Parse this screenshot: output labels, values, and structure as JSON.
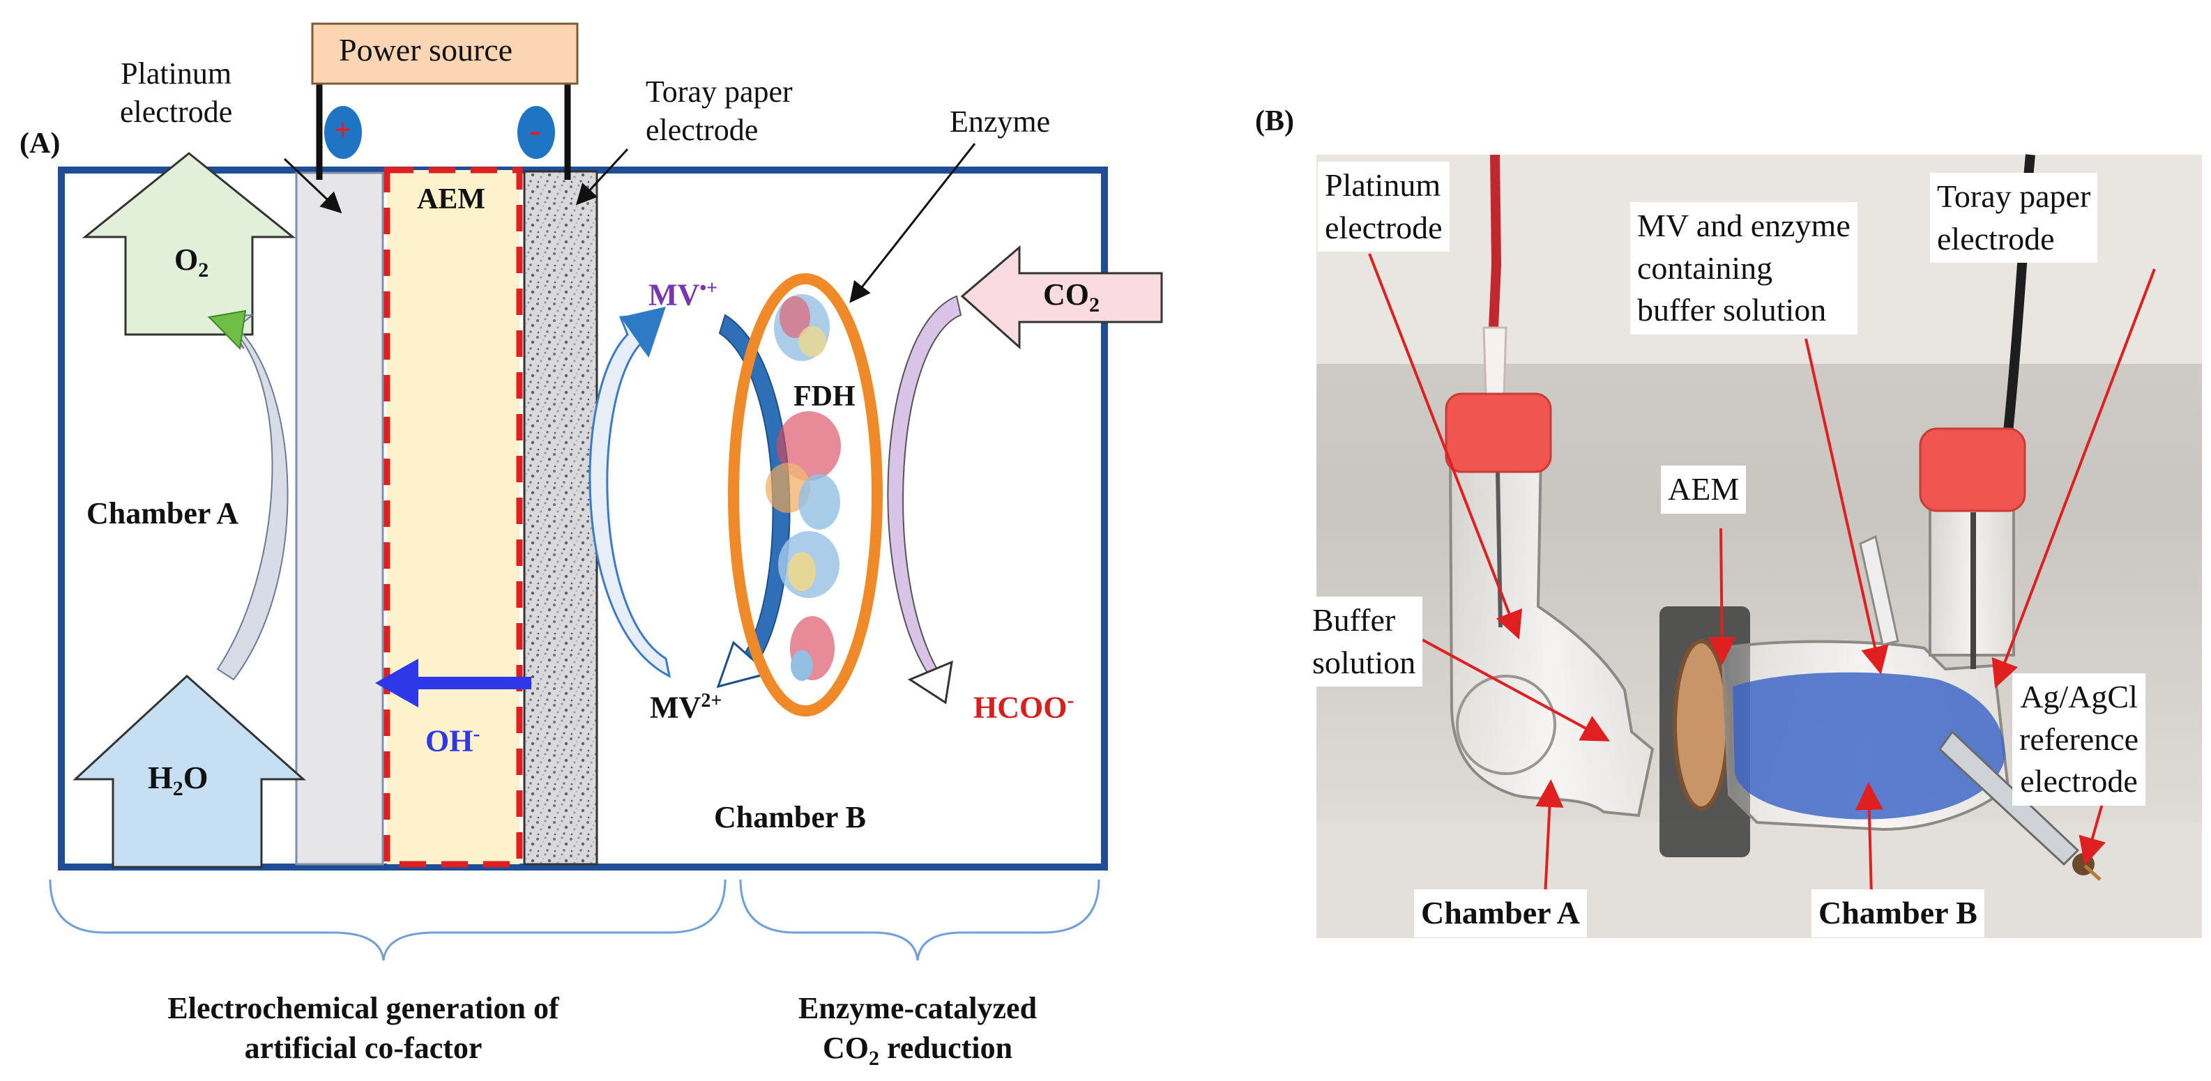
{
  "panel_a": {
    "label": "(A)",
    "power_source": "Power source",
    "platinum_electrode": [
      "Platinum",
      "electrode"
    ],
    "toray_electrode": [
      "Toray paper",
      "electrode"
    ],
    "enzyme_label": "Enzyme",
    "plus_sign": "+",
    "minus_sign": "-",
    "aem": "AEM",
    "o2": "O",
    "o2_sub": "2",
    "h2o_h": "H",
    "h2o_sub": "2",
    "h2o_o": "O",
    "chamber_a": "Chamber A",
    "chamber_b": "Chamber B",
    "oh": "OH",
    "oh_sup": "-",
    "mv_radical": "MV",
    "mv_radical_sup": "•+",
    "mv_oxidized": "MV",
    "mv_oxidized_sup": "2+",
    "fdh": "FDH",
    "co2": "CO",
    "co2_sub": "2",
    "hcoo": "HCOO",
    "hcoo_sup": "-",
    "caption_left": [
      "Electrochemical generation of",
      "artificial co-factor"
    ],
    "caption_right_line1": "Enzyme-catalyzed",
    "caption_right_line2_a": "CO",
    "caption_right_line2_sub": "2",
    "caption_right_line2_b": " reduction"
  },
  "panel_b": {
    "label": "(B)",
    "platinum_electrode": [
      "Platinum",
      "electrode"
    ],
    "mv_enzyme": [
      "MV and enzyme",
      "containing",
      "buffer solution"
    ],
    "toray_electrode": [
      "Toray paper",
      "electrode"
    ],
    "aem": "AEM",
    "buffer_solution": [
      "Buffer",
      "solution"
    ],
    "reference_electrode": [
      "Ag/AgCl",
      "reference",
      "electrode"
    ],
    "chamber_a": "Chamber A",
    "chamber_b": "Chamber B"
  },
  "colors": {
    "frame_blue": "#1f4e96",
    "power_box": "#fcd5b5",
    "aem_fill": "#fdf2cc",
    "aem_dash": "#e02020",
    "o2_fill": "#e2f0d9",
    "h2o_fill": "#c6dff3",
    "co2_fill": "#fadbe1",
    "enzyme_ring": "#f08a28",
    "oh_arrow": "#2e38e8",
    "mv_purple": "#7a35b0",
    "hcoo_red": "#d81f1f",
    "callout_arrow": "#e02020",
    "cap_red": "#f0554f"
  }
}
